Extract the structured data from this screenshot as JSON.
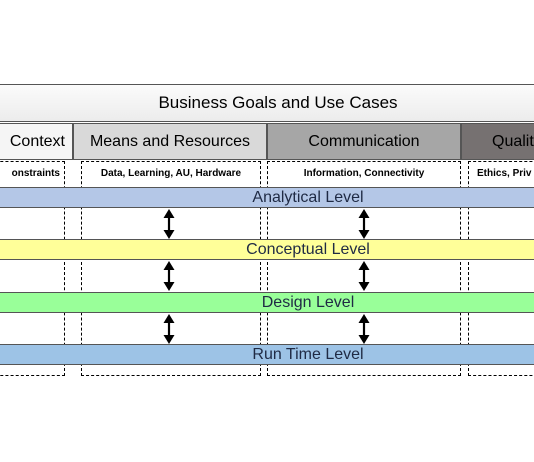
{
  "banner": {
    "title": "Business Goals and Use Cases"
  },
  "categories": [
    {
      "label": "Context",
      "detail": "onstraints"
    },
    {
      "label": "Means and Resources",
      "detail": "Data, Learning, AU, Hardware"
    },
    {
      "label": "Communication",
      "detail": "Information, Connectivity"
    },
    {
      "label": "Qualit",
      "detail": "Ethics, Priv"
    }
  ],
  "levels": [
    {
      "label": "Analytical Level",
      "color": "#b4c7e7"
    },
    {
      "label": "Conceptual Level",
      "color": "#ffff99"
    },
    {
      "label": "Design Level",
      "color": "#99ff99"
    },
    {
      "label": "Run Time Level",
      "color": "#9dc3e6"
    }
  ],
  "colors": {
    "context": "#f5f5f5",
    "means": "#d9d9d9",
    "communication": "#a6a6a6",
    "quality": "#767171"
  },
  "icons": {
    "between_levels": "double-headed-vertical-arrow-icon"
  }
}
